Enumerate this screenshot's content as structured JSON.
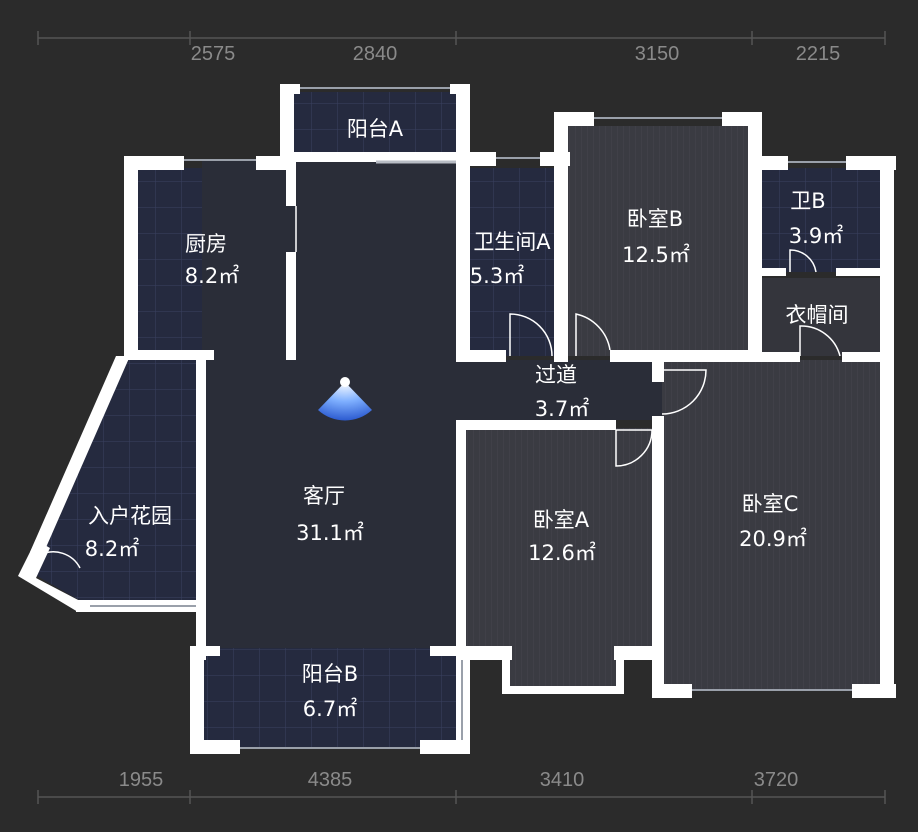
{
  "plan": {
    "top_dimensions": [
      "2575",
      "2840",
      "3150",
      "2215"
    ],
    "bottom_dimensions": [
      "1955",
      "4385",
      "3410",
      "3720"
    ],
    "rooms": [
      {
        "name": "阳台A",
        "area": ""
      },
      {
        "name": "厨房",
        "area": "8.2㎡"
      },
      {
        "name": "卫生间A",
        "area": "5.3㎡"
      },
      {
        "name": "卧室B",
        "area": "12.5㎡"
      },
      {
        "name": "卫B",
        "area": "3.9㎡"
      },
      {
        "name": "衣帽间",
        "area": ""
      },
      {
        "name": "过道",
        "area": "3.7㎡"
      },
      {
        "name": "客厅",
        "area": "31.1㎡"
      },
      {
        "name": "入户花园",
        "area": "8.2㎡"
      },
      {
        "name": "卧室A",
        "area": "12.6㎡"
      },
      {
        "name": "卧室C",
        "area": "20.9㎡"
      },
      {
        "name": "阳台B",
        "area": "6.7㎡"
      }
    ],
    "colors": {
      "background": "#2b2b2b",
      "wall": "#ffffff",
      "floor": "#2a2d38",
      "tile_floor": "#252a3f",
      "wood_floor": "#3a3b42",
      "tile_grid": "#3a4160",
      "accent": "#4a7de0"
    }
  }
}
